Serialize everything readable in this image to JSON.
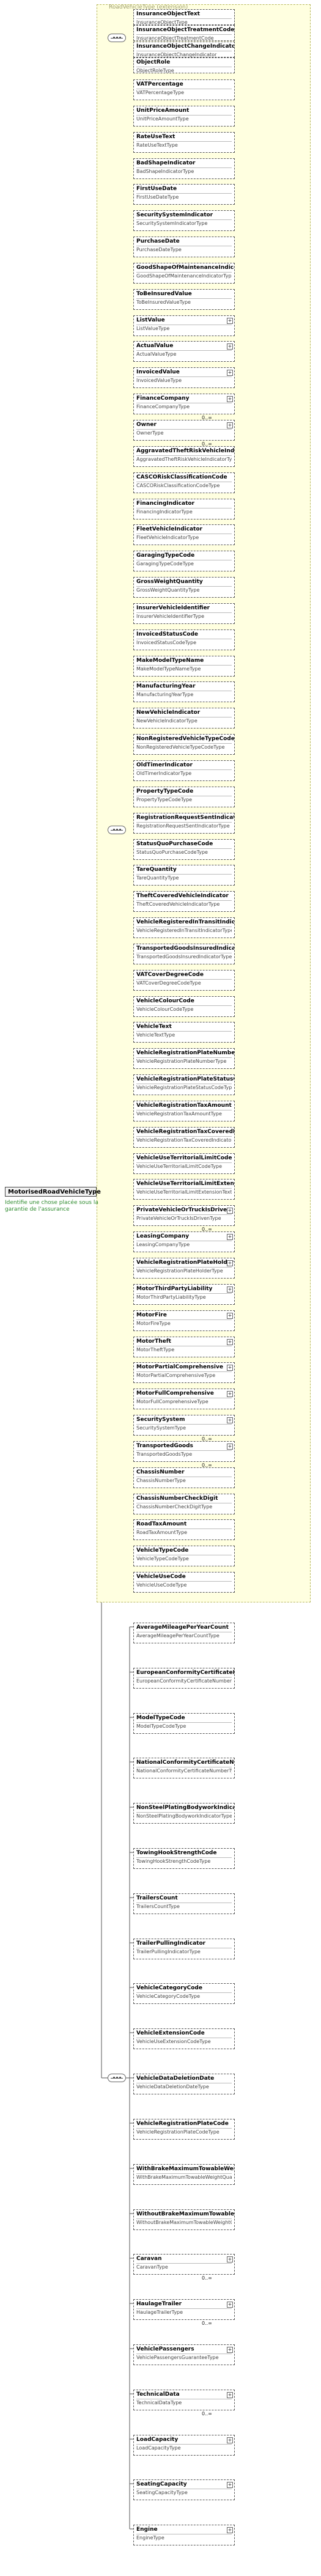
{
  "extension_label": "RoadVehicleType (extension)",
  "root": {
    "name": "MotorisedRoadVehicleType",
    "doc": "Identifie une chose placée sous la garantie de l'assurance"
  },
  "groups": [
    {
      "items": [
        {
          "n": "InsuranceObjectText",
          "t": "InsuranceObjectType",
          "o": true
        },
        {
          "n": "InsuranceObjectTreatmentCode",
          "t": "InsuranceObjectTreatmentCode",
          "o": true
        },
        {
          "n": "InsuranceObjectChangeIndicator",
          "t": "InsuranceObjectChangeIndicator",
          "o": true
        },
        {
          "n": "ObjectRole",
          "t": "ObjectRoleType",
          "o": true
        }
      ]
    },
    {
      "items": [
        {
          "n": "VATPercentage",
          "t": "VATPercentageType",
          "o": true
        },
        {
          "n": "UnitPriceAmount",
          "t": "UnitPriceAmountType",
          "o": true
        },
        {
          "n": "RateUseText",
          "t": "RateUseTextType",
          "o": true
        },
        {
          "n": "BadShapeIndicator",
          "t": "BadShapeIndicatorType",
          "o": true
        },
        {
          "n": "FirstUseDate",
          "t": "FirstUseDateType",
          "o": true
        },
        {
          "n": "SecuritySystemIndicator",
          "t": "SecuritySystemIndicatorType",
          "o": true
        },
        {
          "n": "PurchaseDate",
          "t": "PurchaseDateType",
          "o": true
        },
        {
          "n": "GoodShapeOfMaintenanceIndicator",
          "t": "GoodShapeOfMaintenanceIndicatorType",
          "o": true
        },
        {
          "n": "ToBeInsuredValue",
          "t": "ToBeInsuredValueType",
          "o": true
        },
        {
          "n": "ListValue",
          "t": "ListValueType",
          "o": true,
          "x": true
        },
        {
          "n": "ActualValue",
          "t": "ActualValueType",
          "o": true,
          "x": true
        },
        {
          "n": "InvoicedValue",
          "t": "InvoicedValueType",
          "o": true,
          "x": true
        },
        {
          "n": "FinanceCompany",
          "t": "FinanceCompanyType",
          "o": true,
          "x": true,
          "c": "0..∞"
        },
        {
          "n": "Owner",
          "t": "OwnerType",
          "o": true,
          "x": true,
          "c": "0..∞"
        },
        {
          "n": "AggravatedTheftRiskVehicleIndicator",
          "t": "AggravatedTheftRiskVehicleIndicatorType",
          "o": true
        },
        {
          "n": "CASCORiskClassificationCode",
          "t": "CASCORiskClassificationCodeType",
          "o": true
        },
        {
          "n": "FinancingIndicator",
          "t": "FinancingIndicatorType",
          "o": true
        },
        {
          "n": "FleetVehicleIndicator",
          "t": "FleetVehicleIndicatorType",
          "o": true
        },
        {
          "n": "GaragingTypeCode",
          "t": "GaragingTypeCodeType",
          "o": true
        },
        {
          "n": "GrossWeightQuantity",
          "t": "GrossWeightQuantityType",
          "o": true
        },
        {
          "n": "InsurerVehicleIdentifier",
          "t": "InsurerVehicleIdentifierType",
          "o": true
        },
        {
          "n": "InvoicedStatusCode",
          "t": "InvoicedStatusCodeType",
          "o": true
        },
        {
          "n": "MakeModelTypeName",
          "t": "MakeModelTypeNameType",
          "o": true
        },
        {
          "n": "ManufacturingYear",
          "t": "ManufacturingYearType",
          "o": true
        },
        {
          "n": "NewVehicleIndicator",
          "t": "NewVehicleIndicatorType",
          "o": true
        },
        {
          "n": "NonRegisteredVehicleTypeCode",
          "t": "NonRegisteredVehicleTypeCodeType",
          "o": true
        },
        {
          "n": "OldTimerIndicator",
          "t": "OldTimerIndicatorType",
          "o": true
        },
        {
          "n": "PropertyTypeCode",
          "t": "PropertyTypeCodeType",
          "o": true
        },
        {
          "n": "RegistrationRequestSentIndicator",
          "t": "RegistrationRequestSentIndicatorType",
          "o": true
        },
        {
          "n": "StatusQuoPurchaseCode",
          "t": "StatusQuoPurchaseCodeType",
          "o": true
        },
        {
          "n": "TareQuantity",
          "t": "TareQuantityType",
          "o": true
        },
        {
          "n": "TheftCoveredVehicleIndicator",
          "t": "TheftCoveredVehicleIndicatorType",
          "o": true
        },
        {
          "n": "VehicleRegisteredInTransitIndicator",
          "t": "VehicleRegisteredInTransitIndicatorType",
          "o": true
        },
        {
          "n": "TransportedGoodsInsuredIndicator",
          "t": "TransportedGoodsInsuredIndicatorType",
          "o": true
        },
        {
          "n": "VATCoverDegreeCode",
          "t": "VATCoverDegreeCodeType",
          "o": true
        },
        {
          "n": "VehicleColourCode",
          "t": "VehicleColourCodeType",
          "o": true
        },
        {
          "n": "VehicleText",
          "t": "VehicleTextType",
          "o": true
        },
        {
          "n": "VehicleRegistrationPlateNumber",
          "t": "VehicleRegistrationPlateNumberType",
          "o": true
        },
        {
          "n": "VehicleRegistrationPlateStatusCode",
          "t": "VehicleRegistrationPlateStatusCodeType",
          "o": true
        },
        {
          "n": "VehicleRegistrationTaxAmount",
          "t": "VehicleRegistrationTaxAmountType",
          "o": true
        },
        {
          "n": "VehicleRegistrationTaxCoveredIndicator",
          "t": "VehicleRegistrationTaxCoveredIndicatorType",
          "o": true
        },
        {
          "n": "VehicleUseTerritorialLimitCode",
          "t": "VehicleUseTerritorialLimitCodeType",
          "o": true
        },
        {
          "n": "VehicleUseTerritorialLimitExtensionText",
          "t": "VehicleUseTerritorialLimitExtensionTextType",
          "o": true
        },
        {
          "n": "PrivateVehicleOrTruckIsDriven",
          "t": "PrivateVehicleOrTruckIsDrivenType",
          "o": true,
          "x": true,
          "c": "0..∞"
        },
        {
          "n": "LeasingCompany",
          "t": "LeasingCompanyType",
          "o": true,
          "x": true
        },
        {
          "n": "VehicleRegistrationPlateHolder",
          "t": "VehicleRegistrationPlateHolderType",
          "o": true,
          "x": true
        },
        {
          "n": "MotorThirdPartyLiability",
          "t": "MotorThirdPartyLiabilityType",
          "o": true,
          "x": true
        },
        {
          "n": "MotorFire",
          "t": "MotorFireType",
          "o": true,
          "x": true
        },
        {
          "n": "MotorTheft",
          "t": "MotorTheftType",
          "o": true,
          "x": true
        },
        {
          "n": "MotorPartialComprehensive",
          "t": "MotorPartialComprehensiveType",
          "o": true,
          "x": true
        },
        {
          "n": "MotorFullComprehensive",
          "t": "MotorFullComprehensiveType",
          "o": true,
          "x": true
        },
        {
          "n": "SecuritySystem",
          "t": "SecuritySystemType",
          "o": true,
          "x": true,
          "c": "0..∞"
        },
        {
          "n": "TransportedGoods",
          "t": "TransportedGoodsType",
          "o": true,
          "x": true,
          "c": "0..∞"
        },
        {
          "n": "ChassisNumber",
          "t": "ChassisNumberType",
          "o": true
        },
        {
          "n": "ChassisNumberCheckDigit",
          "t": "ChassisNumberCheckDigitType",
          "o": true
        },
        {
          "n": "RoadTaxAmount",
          "t": "RoadTaxAmountType",
          "o": true
        },
        {
          "n": "VehicleTypeCode",
          "t": "VehicleTypeCodeType",
          "o": true
        },
        {
          "n": "VehicleUseCode",
          "t": "VehicleUseCodeType",
          "o": true
        }
      ]
    },
    {
      "items": [
        {
          "n": "AverageMileagePerYearCount",
          "t": "AverageMileagePerYearCountType",
          "o": true
        },
        {
          "n": "EuropeanConformityCertificateNumber",
          "t": "EuropeanConformityCertificateNumberType",
          "o": true
        },
        {
          "n": "ModelTypeCode",
          "t": "ModelTypeCodeType",
          "o": true
        },
        {
          "n": "NationalConformityCertificateNumber",
          "t": "NationalConformityCertificateNumberType",
          "o": true
        },
        {
          "n": "NonSteelPlatingBodyworkIndicator",
          "t": "NonSteelPlatingBodyworkIndicatorType",
          "o": true
        },
        {
          "n": "TowingHookStrengthCode",
          "t": "TowingHookStrengthCodeType",
          "o": true
        },
        {
          "n": "TrailersCount",
          "t": "TrailersCountType",
          "o": true
        },
        {
          "n": "TrailerPullingIndicator",
          "t": "TrailerPullingIndicatorType",
          "o": true
        },
        {
          "n": "VehicleCategoryCode",
          "t": "VehicleCategoryCodeType",
          "o": true
        },
        {
          "n": "VehicleExtensionCode",
          "t": "VehicleUseExtensionCodeType",
          "o": true
        },
        {
          "n": "VehicleDataDeletionDate",
          "t": "VehicleDataDeletionDateType",
          "o": true
        },
        {
          "n": "VehicleRegistrationPlateCode",
          "t": "VehicleRegistrationPlateCodeType",
          "o": true
        },
        {
          "n": "WithBrakeMaximumTowableWeightQuantity",
          "t": "WithBrakeMaximumTowableWeightQuantityType",
          "o": true
        },
        {
          "n": "WithoutBrakeMaximumTowableWeightQuantity",
          "t": "WithoutBrakeMaximumTowableWeightQuantityType",
          "o": true
        },
        {
          "n": "Caravan",
          "t": "CaravanType",
          "o": true,
          "x": true,
          "c": "0..∞"
        },
        {
          "n": "HaulageTrailer",
          "t": "HaulageTrailerType",
          "o": true,
          "x": true,
          "c": "0..∞"
        },
        {
          "n": "VehiclePassengers",
          "t": "VehiclePassengersGuaranteeType",
          "o": true,
          "x": true
        },
        {
          "n": "TechnicalData",
          "t": "TechnicalDataType",
          "o": true,
          "x": true,
          "c": "0..∞"
        },
        {
          "n": "LoadCapacity",
          "t": "LoadCapacityType",
          "o": true,
          "x": true
        },
        {
          "n": "SeatingCapacity",
          "t": "SeatingCapacityType",
          "o": true,
          "x": true
        },
        {
          "n": "Engine",
          "t": "EngineType",
          "o": true,
          "x": true
        }
      ]
    }
  ]
}
